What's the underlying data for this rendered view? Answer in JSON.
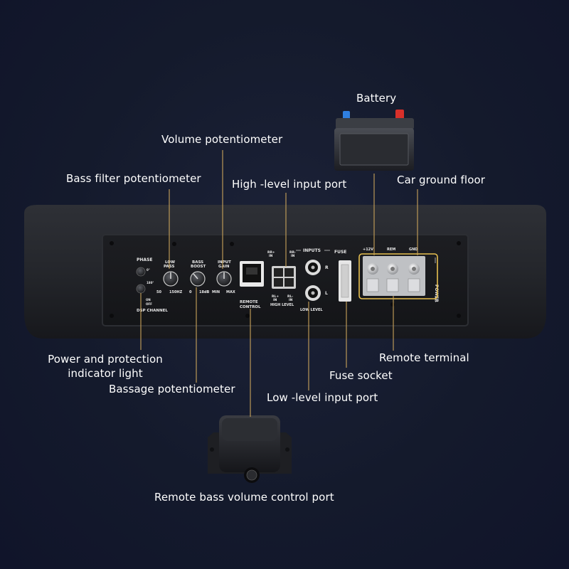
{
  "callouts": {
    "battery": "Battery",
    "volume_pot": "Volume potentiometer",
    "bass_filter_pot": "Bass filter potentiometer",
    "high_level_input": "High -level input port",
    "car_ground": "Car ground floor",
    "power_indicator": "Power and protection indicator light",
    "bassage_pot": "Bassage potentiometer",
    "remote_terminal": "Remote terminal",
    "fuse_socket": "Fuse socket",
    "low_level_input": "Low -level input port",
    "remote_bass_control": "Remote bass volume control port"
  },
  "panel_labels": {
    "phase": "PHASE",
    "phase_0": "0°",
    "phase_180": "180°",
    "dsp_on": "ON",
    "dsp_off": "OFF",
    "dsp_channel": "DSP CHANNEL",
    "low_pass_1": "LOW",
    "low_pass_2": "PASS",
    "low_pass_min": "50",
    "low_pass_max": "150HZ",
    "bass_boost_1": "BASS",
    "bass_boost_2": "BOOST",
    "bass_boost_min": "0",
    "bass_boost_max": "18dB",
    "input_gain_1": "INPUT",
    "input_gain_2": "GAIN",
    "gain_min": "MIN",
    "gain_max": "MAX",
    "remote_control_1": "REMOTE",
    "remote_control_2": "CONTROL",
    "inputs": "INPUTS",
    "rr_plus": "RR+",
    "rr_minus": "RR-",
    "rl_plus": "RL+",
    "rl_minus": "RL-",
    "in": "IN",
    "high_level": "HIGH LEVEL",
    "r": "R",
    "l": "L",
    "low_level": "LOW LEVEL",
    "fuse": "FUSE",
    "plus_12v": "+12V",
    "rem": "REM",
    "gnd": "GND",
    "power": "POWER"
  },
  "colors": {
    "background": "#141a2c",
    "leader_line": "#c9a35a",
    "highlight_box": "#e8c050",
    "text": "#ffffff"
  }
}
